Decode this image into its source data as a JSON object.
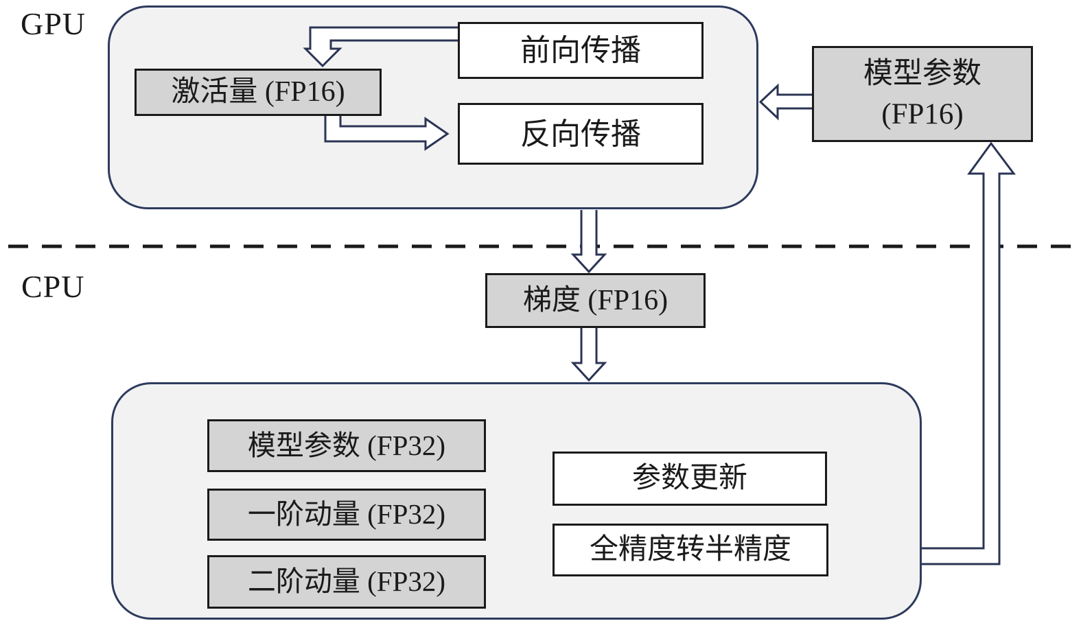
{
  "regions": {
    "gpu": "GPU",
    "cpu": "CPU"
  },
  "gpu_panel": {
    "forward_box": "前向传播",
    "backward_box": "反向传播",
    "activations_box": "激活量 (FP16)"
  },
  "model_params_fp16": {
    "line1": "模型参数",
    "line2": "(FP16)"
  },
  "gradient_box": "梯度 (FP16)",
  "cpu_panel": {
    "model_params_fp32": "模型参数 (FP32)",
    "first_moment": "一阶动量 (FP32)",
    "second_moment": "二阶动量 (FP32)",
    "param_update": "参数更新",
    "full_to_half": "全精度转半精度"
  },
  "colors": {
    "navy_arrow": "#2b3454",
    "panel_border": "#2e3b5e",
    "panel_fill": "#f2f2f2",
    "grey_box_fill": "#d4d4d4",
    "box_border": "#1a1a1a"
  }
}
